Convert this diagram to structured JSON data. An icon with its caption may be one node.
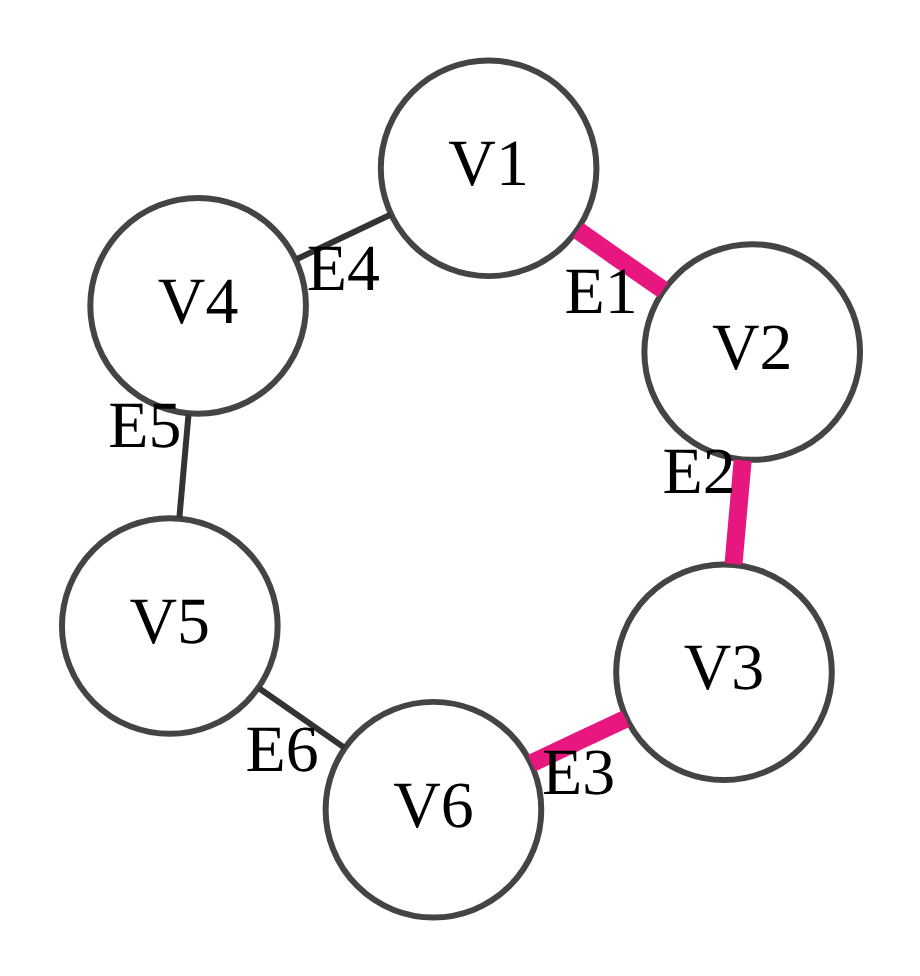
{
  "diagram": {
    "nodes": [
      {
        "text": [
          "V5"
        ]
      },
      {
        "text": [
          "V4"
        ]
      },
      {
        "text": [
          "V6"
        ]
      },
      {
        "text": [
          "V1"
        ]
      },
      {
        "text": [
          "V2"
        ]
      },
      {
        "text": [
          "V3"
        ]
      }
    ],
    "edges": [
      {
        "from": 3,
        "to": 4,
        "arrow": "none",
        "label": "E1",
        "style": "thick",
        "color": "#e8177f"
      },
      {
        "from": 4,
        "to": 5,
        "arrow": "none",
        "label": "E2",
        "style": "thick",
        "color": "#e8177f"
      },
      {
        "from": 5,
        "to": 2,
        "arrow": "none",
        "label": "E3",
        "style": "thick",
        "color": "#e8177f"
      },
      {
        "from": 1,
        "to": 3,
        "arrow": "none",
        "label": "E4",
        "color": "#333333"
      },
      {
        "from": 0,
        "to": 1,
        "arrow": "none",
        "label": "E5",
        "color": "#333333"
      },
      {
        "from": 0,
        "to": 2,
        "arrow": "none",
        "label": "E6",
        "color": "#333333"
      }
    ]
  }
}
